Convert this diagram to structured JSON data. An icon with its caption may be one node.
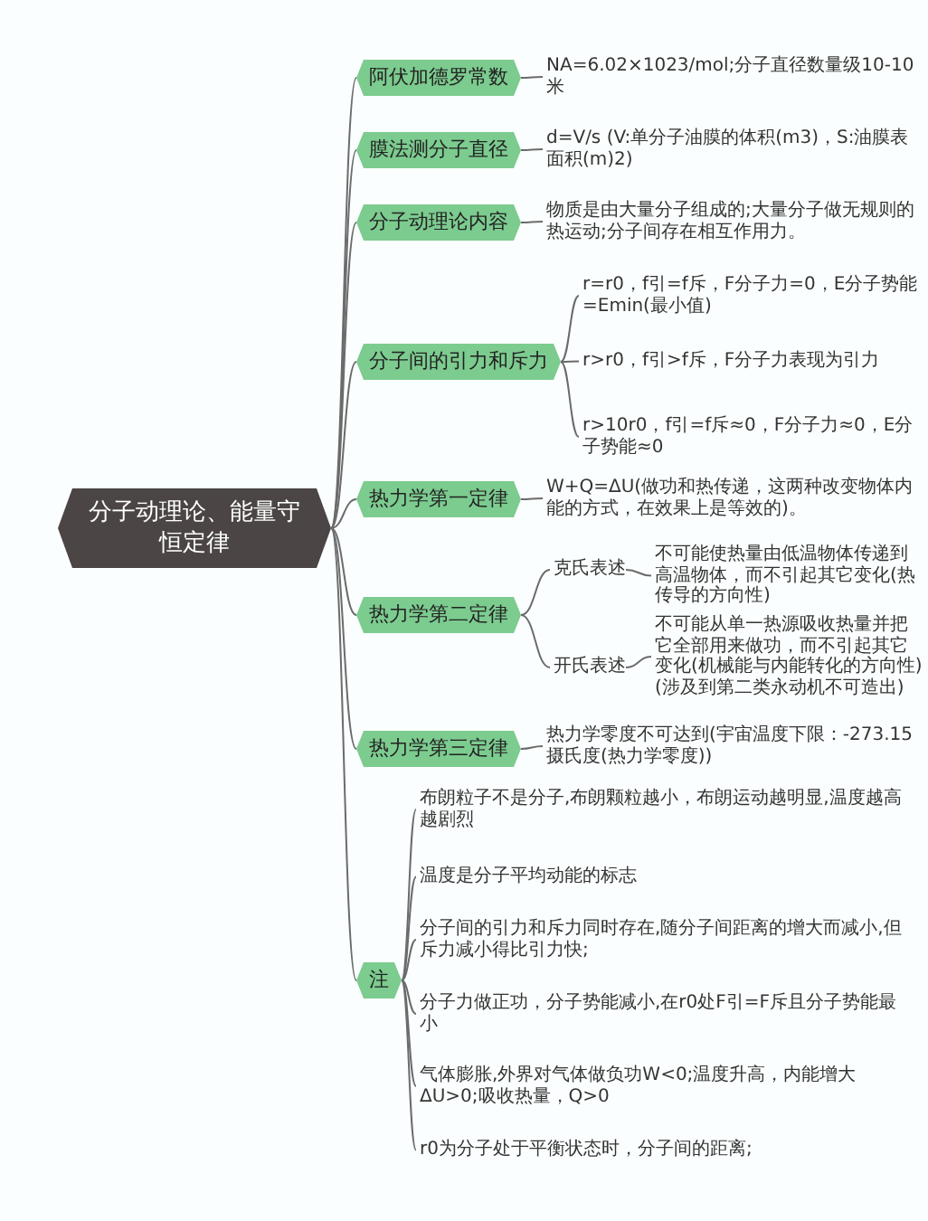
{
  "diagram": {
    "nodes": [
      {
        "text": [
          "分子动理论、能量守恒定律"
        ]
      },
      {
        "text": [
          "阿伏加德罗常数"
        ]
      },
      {
        "text": [
          "NA=6.02×1023/mol;分子直径数量级10-10米"
        ]
      },
      {
        "text": [
          "膜法测分子直径"
        ]
      },
      {
        "text": [
          "d=V/s (V:单分子油膜的体积(m3)，S:油膜表面积(m)2)"
        ]
      },
      {
        "text": [
          "分子动理论内容"
        ]
      },
      {
        "text": [
          "物质是由大量分子组成的;大量分子做无规则的热运动;分子间存在相互作用力。"
        ]
      },
      {
        "text": [
          "分子间的引力和斥力"
        ]
      },
      {
        "text": [
          "r=r0，f引=f斥，F分子力=0，E分子势能=Emin(最小值)"
        ]
      },
      {
        "text": [
          "r>r0，f引>f斥，F分子力表现为引力"
        ]
      },
      {
        "text": [
          "r>10r0，f引=f斥≈0，F分子力≈0，E分子势能≈0"
        ]
      },
      {
        "text": [
          "热力学第一定律"
        ]
      },
      {
        "text": [
          "W+Q=ΔU(做功和热传递，这两种改变物体内能的方式，在效果上是等效的)。"
        ]
      },
      {
        "text": [
          "热力学第二定律"
        ]
      },
      {
        "text": [
          "克氏表述"
        ]
      },
      {
        "text": [
          "不可能使热量由低温物体传递到高温物体，而不引起其它变化(热传导的方向性)"
        ]
      },
      {
        "text": [
          "开氏表述"
        ]
      },
      {
        "text": [
          "不可能从单一热源吸收热量并把它全部用来做功，而不引起其它变化(机械能与内能转化的方向性)(涉及到第二类永动机不可造出)"
        ]
      },
      {
        "text": [
          "热力学第三定律"
        ]
      },
      {
        "text": [
          "热力学零度不可达到(宇宙温度下限：-273.15摄氏度(热力学零度))"
        ]
      },
      {
        "text": [
          "注"
        ]
      },
      {
        "text": [
          "布朗粒子不是分子,布朗颗粒越小，布朗运动越明显,温度越高越剧烈"
        ]
      },
      {
        "text": [
          "温度是分子平均动能的标志"
        ]
      },
      {
        "text": [
          "分子间的引力和斥力同时存在,随分子间距离的增大而减小,但斥力减小得比引力快;"
        ]
      },
      {
        "text": [
          "分子力做正功，分子势能减小,在r0处F引=F斥且分子势能最小"
        ]
      },
      {
        "text": [
          "气体膨胀,外界对气体做负功W<0;温度升高，内能增大ΔU>0;吸收热量，Q>0"
        ]
      },
      {
        "text": [
          "r0为分子处于平衡状态时，分子间的距离;"
        ]
      }
    ],
    "edges": [
      {
        "from": 0,
        "to": 1,
        "arrow": "none"
      },
      {
        "from": 0,
        "to": 3,
        "arrow": "none"
      },
      {
        "from": 0,
        "to": 5,
        "arrow": "none"
      },
      {
        "from": 0,
        "to": 7,
        "arrow": "none"
      },
      {
        "from": 0,
        "to": 11,
        "arrow": "none"
      },
      {
        "from": 0,
        "to": 13,
        "arrow": "none"
      },
      {
        "from": 0,
        "to": 18,
        "arrow": "none"
      },
      {
        "from": 0,
        "to": 20,
        "arrow": "none"
      },
      {
        "from": 1,
        "to": 2,
        "arrow": "none"
      },
      {
        "from": 3,
        "to": 4,
        "arrow": "none"
      },
      {
        "from": 5,
        "to": 6,
        "arrow": "none"
      },
      {
        "from": 7,
        "to": 8,
        "arrow": "none"
      },
      {
        "from": 7,
        "to": 9,
        "arrow": "none"
      },
      {
        "from": 7,
        "to": 10,
        "arrow": "none"
      },
      {
        "from": 11,
        "to": 12,
        "arrow": "none"
      },
      {
        "from": 13,
        "to": 14,
        "arrow": "none"
      },
      {
        "from": 13,
        "to": 16,
        "arrow": "none"
      },
      {
        "from": 14,
        "to": 15,
        "arrow": "none"
      },
      {
        "from": 16,
        "to": 17,
        "arrow": "none"
      },
      {
        "from": 18,
        "to": 19,
        "arrow": "none"
      },
      {
        "from": 20,
        "to": 21,
        "arrow": "none"
      },
      {
        "from": 20,
        "to": 22,
        "arrow": "none"
      },
      {
        "from": 20,
        "to": 23,
        "arrow": "none"
      },
      {
        "from": 20,
        "to": 24,
        "arrow": "none"
      },
      {
        "from": 20,
        "to": 25,
        "arrow": "none"
      },
      {
        "from": 20,
        "to": 26,
        "arrow": "none"
      }
    ]
  }
}
